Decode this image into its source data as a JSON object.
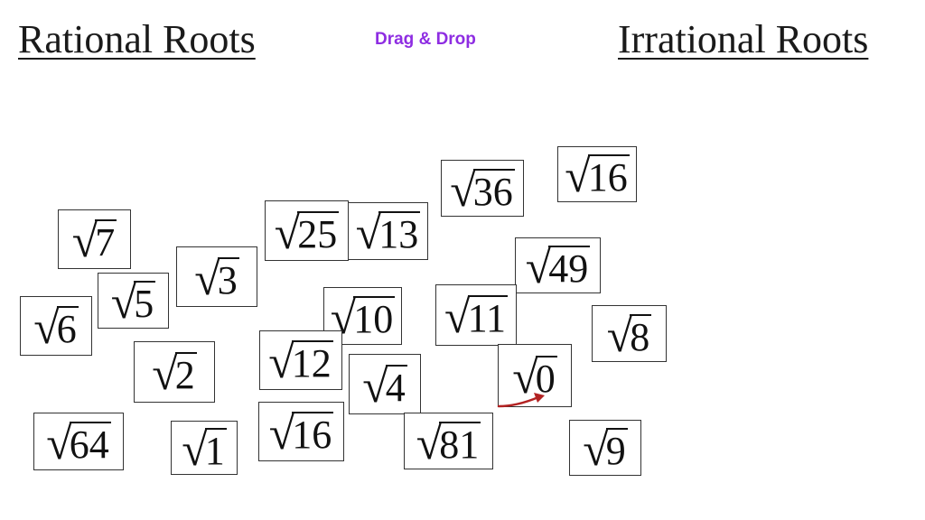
{
  "headings": {
    "left": "Rational Roots",
    "right": "Irrational Roots",
    "instruction": "Drag & Drop"
  },
  "radical_symbol": "√",
  "accent_colors": {
    "instruction": "#8e2de2",
    "arrow": "#b22222"
  },
  "arrow_icon": "curved-arrow-icon",
  "tiles": [
    {
      "radicand": "36"
    },
    {
      "radicand": "16"
    },
    {
      "radicand": "25"
    },
    {
      "radicand": "13"
    },
    {
      "radicand": "7"
    },
    {
      "radicand": "49"
    },
    {
      "radicand": "3"
    },
    {
      "radicand": "5"
    },
    {
      "radicand": "10"
    },
    {
      "radicand": "11"
    },
    {
      "radicand": "6"
    },
    {
      "radicand": "8"
    },
    {
      "radicand": "12"
    },
    {
      "radicand": "2"
    },
    {
      "radicand": "4"
    },
    {
      "radicand": "0"
    },
    {
      "radicand": "64"
    },
    {
      "radicand": "1"
    },
    {
      "radicand": "16"
    },
    {
      "radicand": "81"
    },
    {
      "radicand": "9"
    }
  ]
}
